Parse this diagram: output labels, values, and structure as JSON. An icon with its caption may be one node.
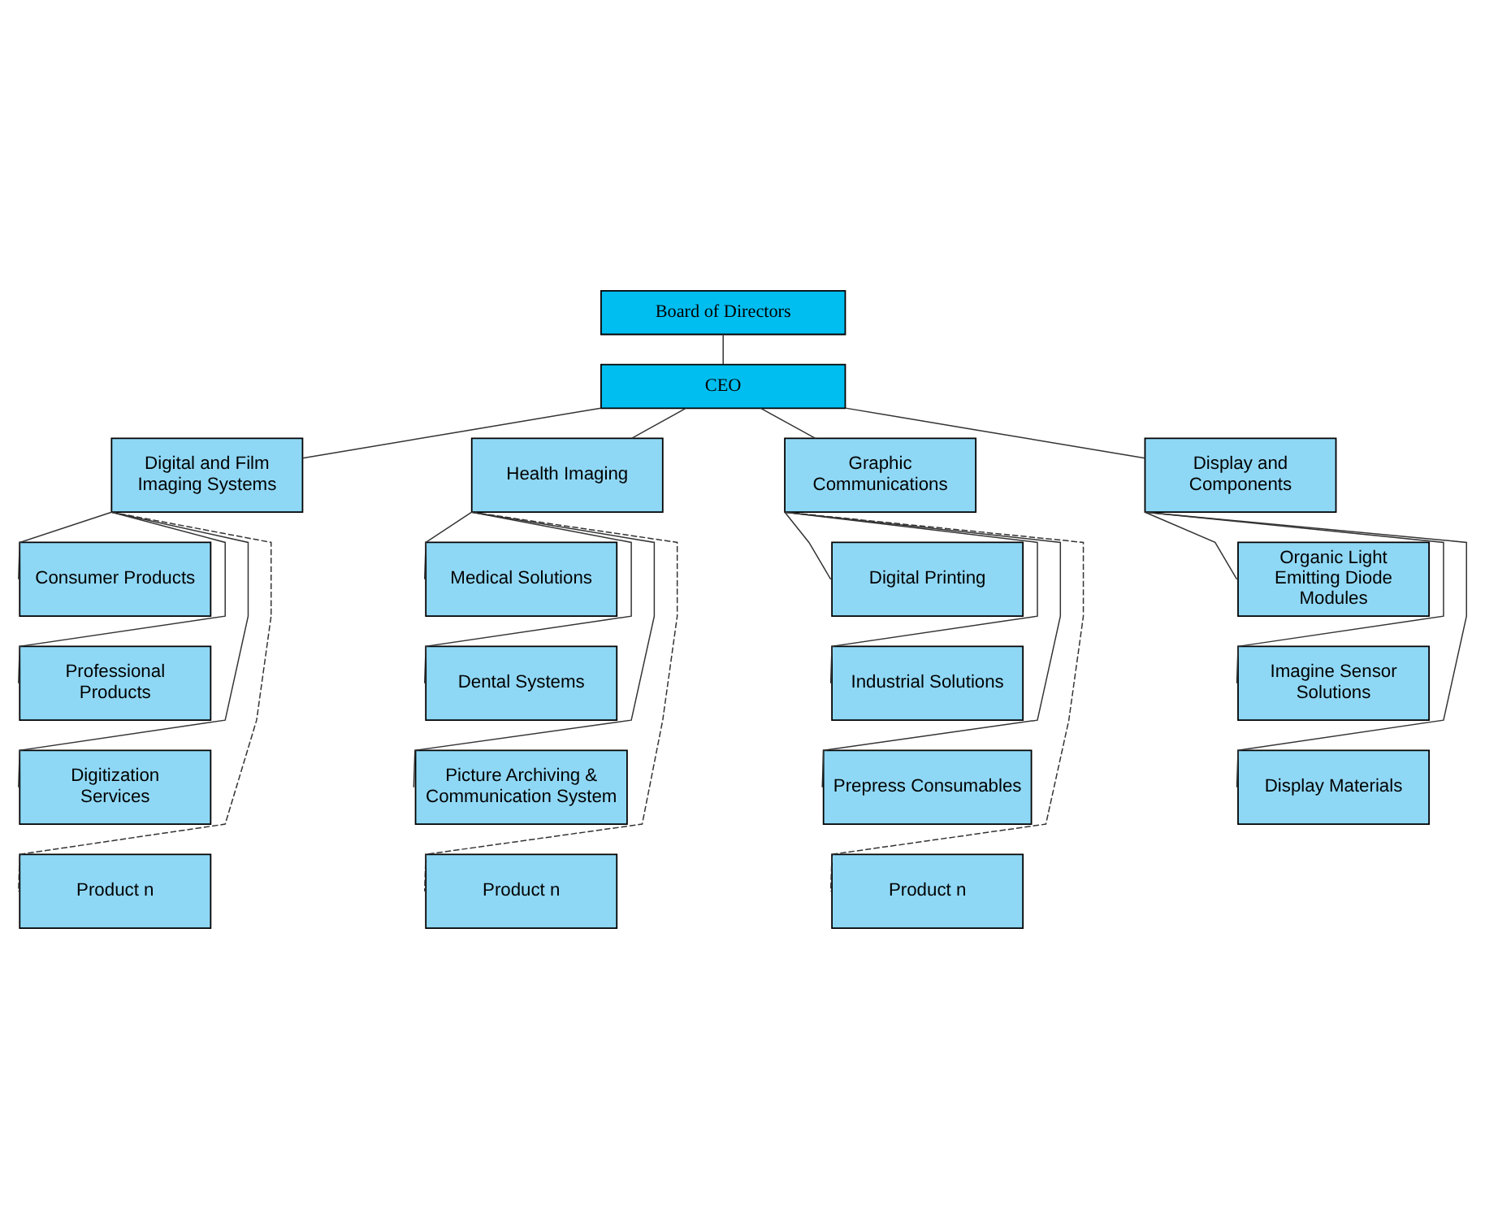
{
  "diagram": {
    "nodes": [
      {
        "text": [
          "Board of Directors"
        ]
      },
      {
        "text": [
          "CEO"
        ]
      },
      {
        "text": [
          "Digital and Film Imaging Systems"
        ]
      },
      {
        "text": [
          "Health Imaging"
        ]
      },
      {
        "text": [
          "Graphic Communications"
        ]
      },
      {
        "text": [
          "Display and Components"
        ]
      },
      {
        "text": [
          "Consumer Products"
        ]
      },
      {
        "text": [
          "Professional Products"
        ]
      },
      {
        "text": [
          "Digitization Services"
        ]
      },
      {
        "text": [
          "Product n"
        ]
      },
      {
        "text": [
          "Medical Solutions"
        ]
      },
      {
        "text": [
          "Dental Systems"
        ]
      },
      {
        "text": [
          "Picture Archiving & Communication System"
        ]
      },
      {
        "text": [
          "Product n"
        ]
      },
      {
        "text": [
          "Digital Printing"
        ]
      },
      {
        "text": [
          "Industrial Solutions"
        ]
      },
      {
        "text": [
          "Prepress Consumables"
        ]
      },
      {
        "text": [
          "Product n"
        ]
      },
      {
        "text": [
          "Organic Light Emitting Diode Modules"
        ]
      },
      {
        "text": [
          "Imagine Sensor Solutions"
        ]
      },
      {
        "text": [
          "Display Materials"
        ]
      }
    ],
    "edges": [
      {
        "from": 0,
        "to": 1,
        "arrow": "none"
      },
      {
        "from": 1,
        "to": 2,
        "arrow": "none"
      },
      {
        "from": 1,
        "to": 3,
        "arrow": "none"
      },
      {
        "from": 1,
        "to": 4,
        "arrow": "none"
      },
      {
        "from": 1,
        "to": 5,
        "arrow": "none"
      },
      {
        "from": 2,
        "to": 6,
        "arrow": "none"
      },
      {
        "from": 2,
        "to": 7,
        "arrow": "none"
      },
      {
        "from": 2,
        "to": 8,
        "arrow": "none"
      },
      {
        "from": 2,
        "to": 9,
        "arrow": "none",
        "style": "dashed"
      },
      {
        "from": 3,
        "to": 10,
        "arrow": "none"
      },
      {
        "from": 3,
        "to": 11,
        "arrow": "none"
      },
      {
        "from": 3,
        "to": 12,
        "arrow": "none"
      },
      {
        "from": 3,
        "to": 13,
        "arrow": "none",
        "style": "dashed"
      },
      {
        "from": 4,
        "to": 14,
        "arrow": "none"
      },
      {
        "from": 4,
        "to": 15,
        "arrow": "none"
      },
      {
        "from": 4,
        "to": 16,
        "arrow": "none"
      },
      {
        "from": 4,
        "to": 17,
        "arrow": "none",
        "style": "dashed"
      },
      {
        "from": 5,
        "to": 18,
        "arrow": "none"
      },
      {
        "from": 5,
        "to": 19,
        "arrow": "none"
      },
      {
        "from": 5,
        "to": 20,
        "arrow": "none"
      }
    ]
  }
}
